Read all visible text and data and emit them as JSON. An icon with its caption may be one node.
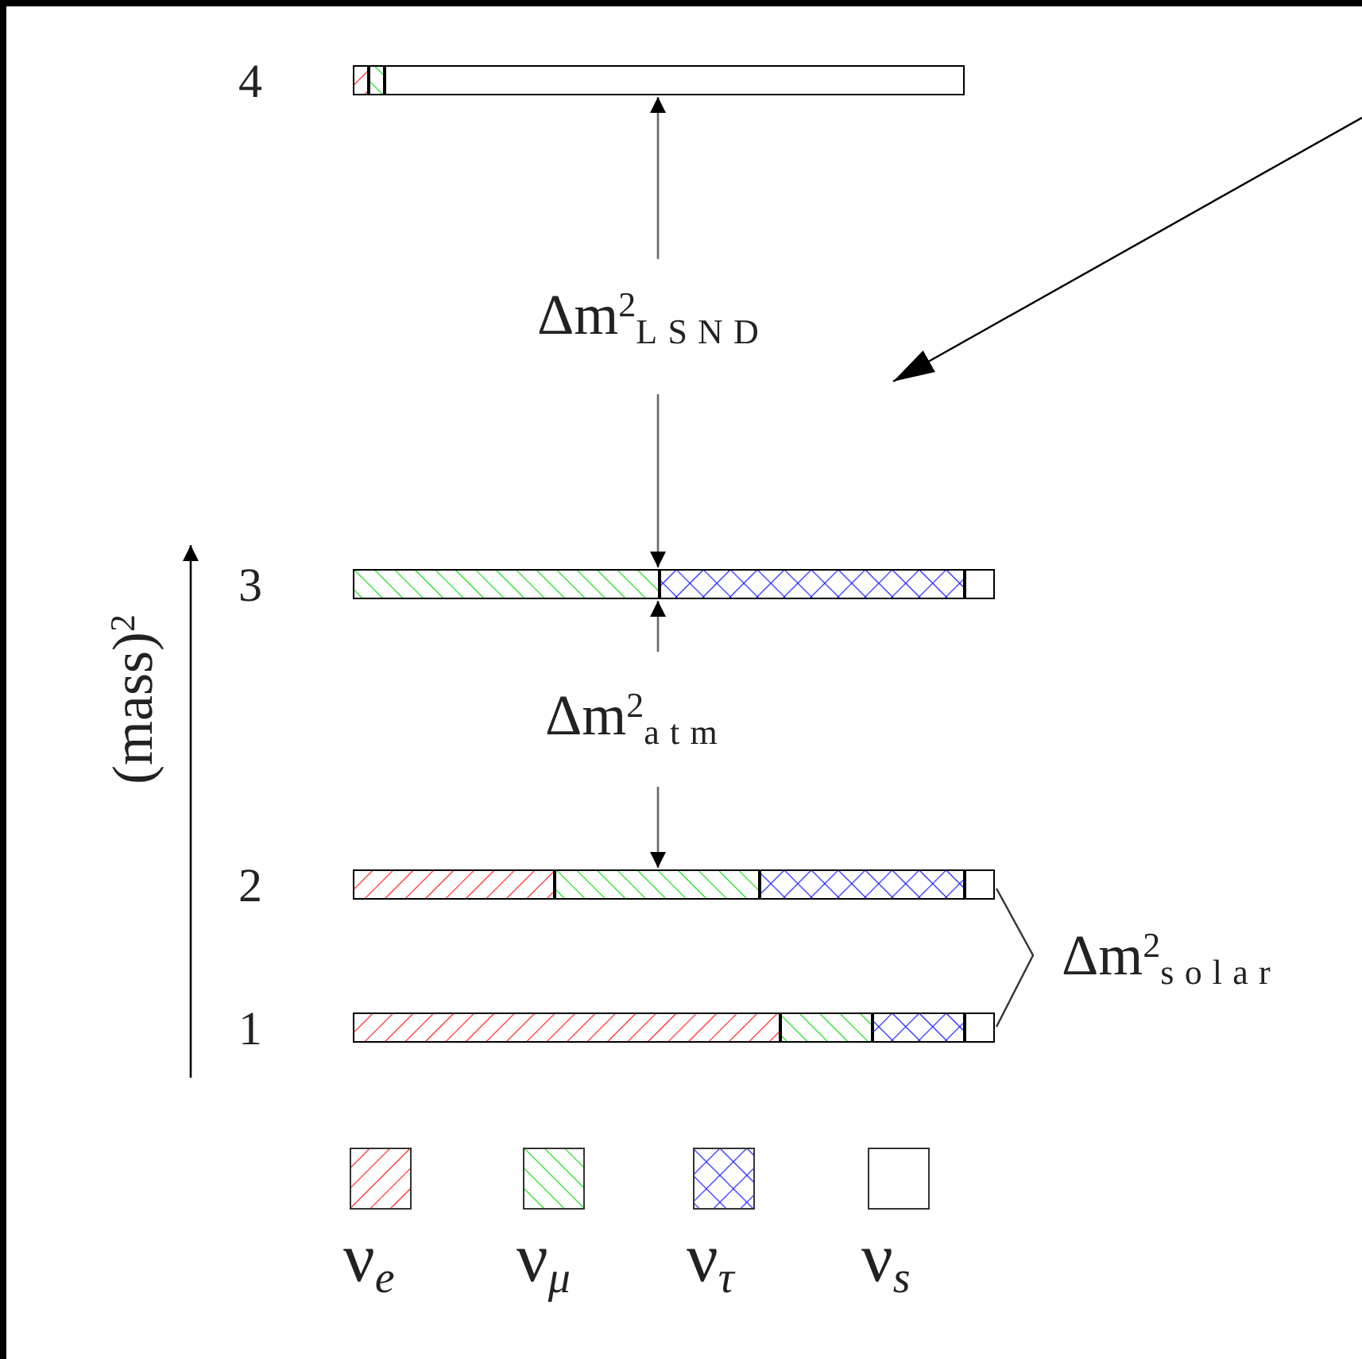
{
  "diagram": {
    "nodes": [
      {
        "text": [],
        "shape": "bar",
        "beside": [
          "4"
        ]
      },
      {
        "text": [],
        "shape": "bar",
        "beside": [
          "3"
        ]
      },
      {
        "text": [],
        "shape": "bar",
        "beside": [
          "2"
        ]
      },
      {
        "text": [],
        "shape": "bar",
        "beside": [
          "1"
        ]
      }
    ],
    "labels": [
      "(mass)$^{2}$",
      "Δm$^{2}$$_{LSND}$",
      "Δm$^{2}$$_{atm}$",
      "Δm$^{2}$$_{solar}$"
    ],
    "legend": [
      {
        "text": "ν$_{e}$"
      },
      {
        "text": "ν$_{μ}$"
      },
      {
        "text": "ν$_{τ}$"
      },
      {
        "text": "ν$_{s}$"
      }
    ]
  }
}
